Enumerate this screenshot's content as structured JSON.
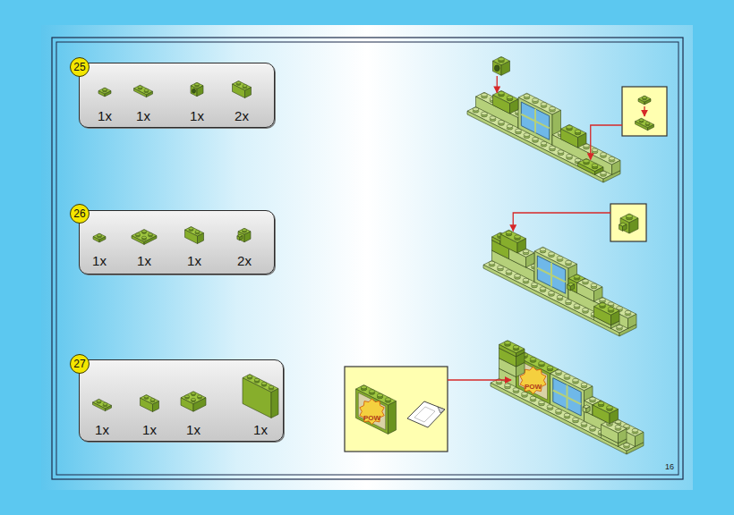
{
  "diagram": {
    "nodes": [
      {
        "text": [
          "1x",
          "1x",
          "1x",
          "2x"
        ]
      },
      {
        "text": [
          "25"
        ],
        "in": 0
      },
      {
        "text": [
          "1x",
          "1x",
          "1x",
          "2x"
        ]
      },
      {
        "text": [
          "26"
        ],
        "in": 2
      },
      {
        "text": [
          "1x",
          "1x",
          "1x",
          "1x"
        ]
      },
      {
        "text": [
          "27"
        ],
        "in": 4
      }
    ],
    "labels": [
      "POW",
      "POW",
      "16"
    ]
  }
}
